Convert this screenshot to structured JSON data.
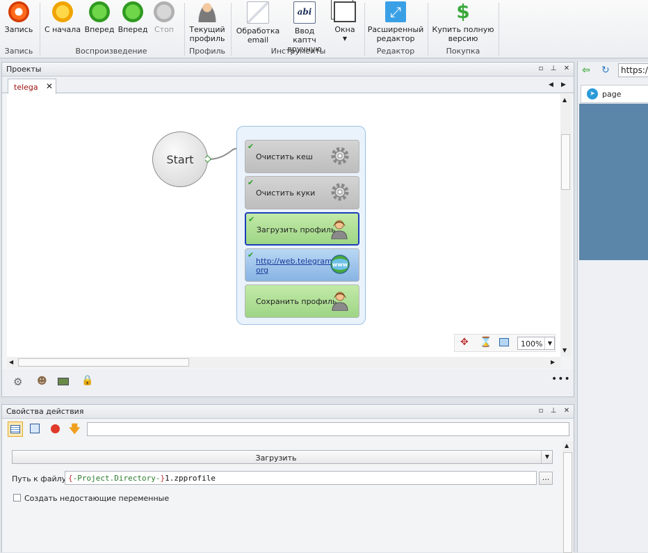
{
  "ribbon": {
    "buttons": {
      "record": "Запись",
      "restart": "С начала",
      "forward": "Вперед",
      "forward_break": "Вперед",
      "stop": "Стоп",
      "current_profile_1": "Текущий",
      "current_profile_2": "профиль",
      "email_1": "Обработка",
      "email_2": "email",
      "captcha_1": "Ввод каптч",
      "captcha_2": "вручную",
      "windows": "Окна",
      "advanced_editor_1": "Расширенный",
      "advanced_editor_2": "редактор",
      "buy_1": "Купить полную",
      "buy_2": "версию"
    },
    "groups": {
      "record": "Запись",
      "playback": "Воспроизведение",
      "profile": "Профиль",
      "tools": "Инструменты",
      "editor": "Редактор",
      "purchase": "Покупка"
    }
  },
  "projects_panel": {
    "title": "Проекты",
    "tab": "telega",
    "zoom": "100%"
  },
  "canvas": {
    "start_label": "Start",
    "blocks": [
      {
        "label": "Очистить кеш",
        "type": "gear"
      },
      {
        "label": "Очистить куки",
        "type": "gear"
      },
      {
        "label": "Загрузить профиль",
        "type": "profile"
      },
      {
        "label_1": "http://web.telegram.",
        "label_2": "org",
        "type": "web"
      },
      {
        "label": "Сохранить профиль",
        "type": "profile"
      }
    ]
  },
  "properties_panel": {
    "title": "Свойства действия",
    "action_dropdown": "Загрузить",
    "path_label": "Путь к файлу",
    "path_value": {
      "brace_open": "{",
      "var": "-Project.Directory-",
      "brace_close": "}",
      "suffix": "1.zpprofile"
    },
    "browse_label": "...",
    "create_missing_label": "Создать недостающие переменные"
  },
  "browser_panel": {
    "url": "https:/",
    "tab_label": "page"
  },
  "colors": {
    "accent_blue": "#1a3fb8",
    "gray_block": "#c8c8c8",
    "green_block": "#a8dc8e",
    "blue_block": "#8fb9e6",
    "browser_bg": "#5b86aa"
  }
}
